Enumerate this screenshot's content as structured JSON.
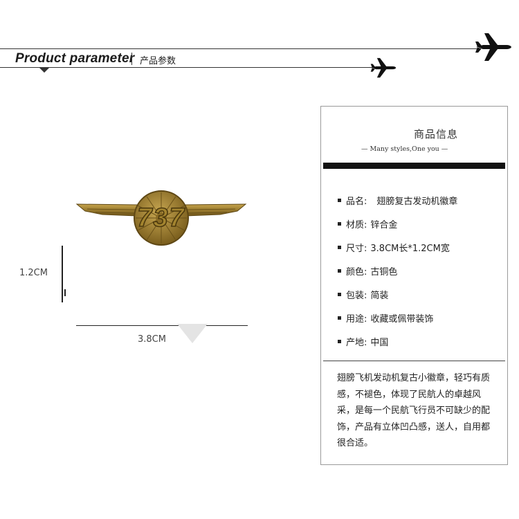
{
  "header": {
    "title": "Product parameter",
    "subtitle": "产品参数",
    "icons": [
      "airplane-icon",
      "airplane-icon"
    ]
  },
  "product": {
    "badge_text": "737",
    "dimensions": {
      "width_label": "3.8CM",
      "height_label": "1.2CM"
    }
  },
  "info_card": {
    "title": "商品信息",
    "subtitle": "— Many styles,One you —",
    "specs": [
      {
        "label": "品名:",
        "value": "翅膀复古发动机徽章"
      },
      {
        "label": "材质:",
        "value": "锌合金"
      },
      {
        "label": "尺寸:",
        "value": "3.8CM长*1.2CM宽"
      },
      {
        "label": "颜色:",
        "value": "古铜色"
      },
      {
        "label": "包装:",
        "value": "简装"
      },
      {
        "label": "用途:",
        "value": "收藏或佩带装饰"
      },
      {
        "label": "产地:",
        "value": "中国"
      }
    ],
    "description": "翅膀飞机发动机复古小徽章，轻巧有质感，不褪色，体现了民航人的卓越风采，是每一个民航飞行员不可缺少的配饰，产品有立体凹凸感，送人，自用都很合适。"
  },
  "colors": {
    "bronze": "#9a7b2e",
    "bronze_dark": "#5e4714",
    "text": "#222222",
    "bar": "#111111"
  }
}
